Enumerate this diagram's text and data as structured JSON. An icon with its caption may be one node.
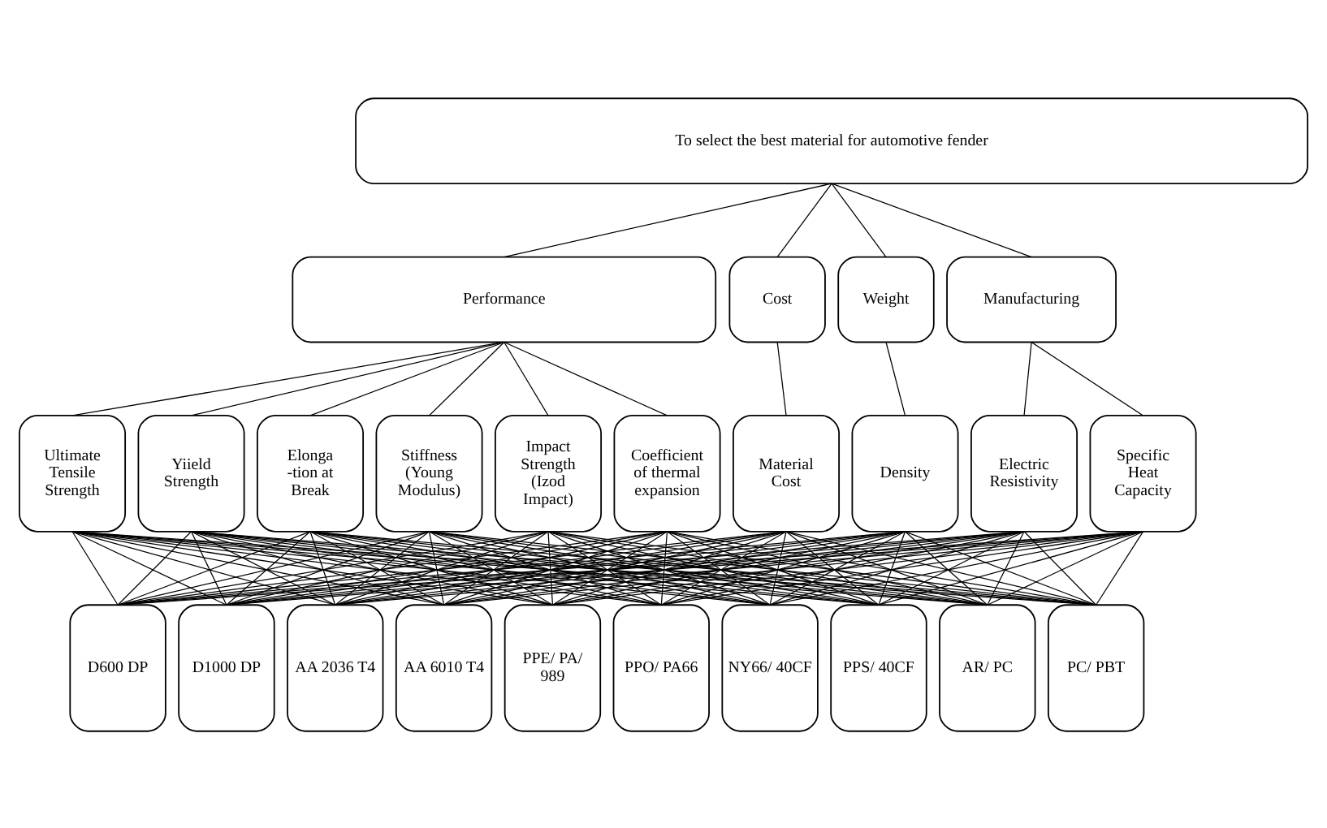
{
  "diagram": {
    "nodes": [
      {
        "text": [
          "To select the best material for automotive fender"
        ]
      },
      {
        "text": [
          "Performance"
        ]
      },
      {
        "text": [
          "Cost"
        ]
      },
      {
        "text": [
          "Weight"
        ]
      },
      {
        "text": [
          "Manufacturing"
        ]
      },
      {
        "text": [
          "Ultimate Tensile Strength"
        ]
      },
      {
        "text": [
          "Yiield Strength"
        ]
      },
      {
        "text": [
          "Elonga -tion at Break"
        ]
      },
      {
        "text": [
          "Stiffness (Young Modulus)"
        ]
      },
      {
        "text": [
          "Impact Strength (Izod Impact)"
        ]
      },
      {
        "text": [
          "Coefficient of thermal expansion"
        ]
      },
      {
        "text": [
          "Material Cost"
        ]
      },
      {
        "text": [
          "Density"
        ]
      },
      {
        "text": [
          "Electric Resistivity"
        ]
      },
      {
        "text": [
          "Specific Heat Capacity"
        ]
      },
      {
        "text": [
          "D600 DP"
        ]
      },
      {
        "text": [
          "D1000 DP"
        ]
      },
      {
        "text": [
          "AA 2036 T4"
        ]
      },
      {
        "text": [
          "AA 6010 T4"
        ]
      },
      {
        "text": [
          "PPE/ PA/ 989"
        ]
      },
      {
        "text": [
          "PPO/ PA66"
        ]
      },
      {
        "text": [
          "NY66/ 40CF"
        ]
      },
      {
        "text": [
          "PPS/ 40CF"
        ]
      },
      {
        "text": [
          "AR/ PC"
        ]
      },
      {
        "text": [
          "PC/ PBT"
        ]
      }
    ],
    "edges": [
      {
        "from": 0,
        "to": 1,
        "arrow": "none"
      },
      {
        "from": 0,
        "to": 2,
        "arrow": "none"
      },
      {
        "from": 0,
        "to": 3,
        "arrow": "none"
      },
      {
        "from": 0,
        "to": 4,
        "arrow": "none"
      },
      {
        "from": 1,
        "to": 5,
        "arrow": "none"
      },
      {
        "from": 1,
        "to": 6,
        "arrow": "none"
      },
      {
        "from": 1,
        "to": 7,
        "arrow": "none"
      },
      {
        "from": 1,
        "to": 8,
        "arrow": "none"
      },
      {
        "from": 1,
        "to": 9,
        "arrow": "none"
      },
      {
        "from": 1,
        "to": 10,
        "arrow": "none"
      },
      {
        "from": 2,
        "to": 11,
        "arrow": "none"
      },
      {
        "from": 3,
        "to": 12,
        "arrow": "none"
      },
      {
        "from": 4,
        "to": 13,
        "arrow": "none"
      },
      {
        "from": 4,
        "to": 14,
        "arrow": "none"
      },
      {
        "from": 5,
        "to": 15,
        "arrow": "none"
      },
      {
        "from": 5,
        "to": 16,
        "arrow": "none"
      },
      {
        "from": 5,
        "to": 17,
        "arrow": "none"
      },
      {
        "from": 5,
        "to": 18,
        "arrow": "none"
      },
      {
        "from": 5,
        "to": 19,
        "arrow": "none"
      },
      {
        "from": 5,
        "to": 20,
        "arrow": "none"
      },
      {
        "from": 5,
        "to": 21,
        "arrow": "none"
      },
      {
        "from": 5,
        "to": 22,
        "arrow": "none"
      },
      {
        "from": 5,
        "to": 23,
        "arrow": "none"
      },
      {
        "from": 5,
        "to": 24,
        "arrow": "none"
      },
      {
        "from": 6,
        "to": 15,
        "arrow": "none"
      },
      {
        "from": 6,
        "to": 16,
        "arrow": "none"
      },
      {
        "from": 6,
        "to": 17,
        "arrow": "none"
      },
      {
        "from": 6,
        "to": 18,
        "arrow": "none"
      },
      {
        "from": 6,
        "to": 19,
        "arrow": "none"
      },
      {
        "from": 6,
        "to": 20,
        "arrow": "none"
      },
      {
        "from": 6,
        "to": 21,
        "arrow": "none"
      },
      {
        "from": 6,
        "to": 22,
        "arrow": "none"
      },
      {
        "from": 6,
        "to": 23,
        "arrow": "none"
      },
      {
        "from": 6,
        "to": 24,
        "arrow": "none"
      },
      {
        "from": 7,
        "to": 15,
        "arrow": "none"
      },
      {
        "from": 7,
        "to": 16,
        "arrow": "none"
      },
      {
        "from": 7,
        "to": 17,
        "arrow": "none"
      },
      {
        "from": 7,
        "to": 18,
        "arrow": "none"
      },
      {
        "from": 7,
        "to": 19,
        "arrow": "none"
      },
      {
        "from": 7,
        "to": 20,
        "arrow": "none"
      },
      {
        "from": 7,
        "to": 21,
        "arrow": "none"
      },
      {
        "from": 7,
        "to": 22,
        "arrow": "none"
      },
      {
        "from": 7,
        "to": 23,
        "arrow": "none"
      },
      {
        "from": 7,
        "to": 24,
        "arrow": "none"
      },
      {
        "from": 8,
        "to": 15,
        "arrow": "none"
      },
      {
        "from": 8,
        "to": 16,
        "arrow": "none"
      },
      {
        "from": 8,
        "to": 17,
        "arrow": "none"
      },
      {
        "from": 8,
        "to": 18,
        "arrow": "none"
      },
      {
        "from": 8,
        "to": 19,
        "arrow": "none"
      },
      {
        "from": 8,
        "to": 20,
        "arrow": "none"
      },
      {
        "from": 8,
        "to": 21,
        "arrow": "none"
      },
      {
        "from": 8,
        "to": 22,
        "arrow": "none"
      },
      {
        "from": 8,
        "to": 23,
        "arrow": "none"
      },
      {
        "from": 8,
        "to": 24,
        "arrow": "none"
      },
      {
        "from": 9,
        "to": 15,
        "arrow": "none"
      },
      {
        "from": 9,
        "to": 16,
        "arrow": "none"
      },
      {
        "from": 9,
        "to": 17,
        "arrow": "none"
      },
      {
        "from": 9,
        "to": 18,
        "arrow": "none"
      },
      {
        "from": 9,
        "to": 19,
        "arrow": "none"
      },
      {
        "from": 9,
        "to": 20,
        "arrow": "none"
      },
      {
        "from": 9,
        "to": 21,
        "arrow": "none"
      },
      {
        "from": 9,
        "to": 22,
        "arrow": "none"
      },
      {
        "from": 9,
        "to": 23,
        "arrow": "none"
      },
      {
        "from": 9,
        "to": 24,
        "arrow": "none"
      },
      {
        "from": 10,
        "to": 15,
        "arrow": "none"
      },
      {
        "from": 10,
        "to": 16,
        "arrow": "none"
      },
      {
        "from": 10,
        "to": 17,
        "arrow": "none"
      },
      {
        "from": 10,
        "to": 18,
        "arrow": "none"
      },
      {
        "from": 10,
        "to": 19,
        "arrow": "none"
      },
      {
        "from": 10,
        "to": 20,
        "arrow": "none"
      },
      {
        "from": 10,
        "to": 21,
        "arrow": "none"
      },
      {
        "from": 10,
        "to": 22,
        "arrow": "none"
      },
      {
        "from": 10,
        "to": 23,
        "arrow": "none"
      },
      {
        "from": 10,
        "to": 24,
        "arrow": "none"
      },
      {
        "from": 11,
        "to": 15,
        "arrow": "none"
      },
      {
        "from": 11,
        "to": 16,
        "arrow": "none"
      },
      {
        "from": 11,
        "to": 17,
        "arrow": "none"
      },
      {
        "from": 11,
        "to": 18,
        "arrow": "none"
      },
      {
        "from": 11,
        "to": 19,
        "arrow": "none"
      },
      {
        "from": 11,
        "to": 20,
        "arrow": "none"
      },
      {
        "from": 11,
        "to": 21,
        "arrow": "none"
      },
      {
        "from": 11,
        "to": 22,
        "arrow": "none"
      },
      {
        "from": 11,
        "to": 23,
        "arrow": "none"
      },
      {
        "from": 11,
        "to": 24,
        "arrow": "none"
      },
      {
        "from": 12,
        "to": 15,
        "arrow": "none"
      },
      {
        "from": 12,
        "to": 16,
        "arrow": "none"
      },
      {
        "from": 12,
        "to": 17,
        "arrow": "none"
      },
      {
        "from": 12,
        "to": 18,
        "arrow": "none"
      },
      {
        "from": 12,
        "to": 19,
        "arrow": "none"
      },
      {
        "from": 12,
        "to": 20,
        "arrow": "none"
      },
      {
        "from": 12,
        "to": 21,
        "arrow": "none"
      },
      {
        "from": 12,
        "to": 22,
        "arrow": "none"
      },
      {
        "from": 12,
        "to": 23,
        "arrow": "none"
      },
      {
        "from": 12,
        "to": 24,
        "arrow": "none"
      },
      {
        "from": 13,
        "to": 15,
        "arrow": "none"
      },
      {
        "from": 13,
        "to": 16,
        "arrow": "none"
      },
      {
        "from": 13,
        "to": 17,
        "arrow": "none"
      },
      {
        "from": 13,
        "to": 18,
        "arrow": "none"
      },
      {
        "from": 13,
        "to": 19,
        "arrow": "none"
      },
      {
        "from": 13,
        "to": 20,
        "arrow": "none"
      },
      {
        "from": 13,
        "to": 21,
        "arrow": "none"
      },
      {
        "from": 13,
        "to": 22,
        "arrow": "none"
      },
      {
        "from": 13,
        "to": 23,
        "arrow": "none"
      },
      {
        "from": 13,
        "to": 24,
        "arrow": "none"
      },
      {
        "from": 14,
        "to": 15,
        "arrow": "none"
      },
      {
        "from": 14,
        "to": 16,
        "arrow": "none"
      },
      {
        "from": 14,
        "to": 17,
        "arrow": "none"
      },
      {
        "from": 14,
        "to": 18,
        "arrow": "none"
      },
      {
        "from": 14,
        "to": 19,
        "arrow": "none"
      },
      {
        "from": 14,
        "to": 20,
        "arrow": "none"
      },
      {
        "from": 14,
        "to": 21,
        "arrow": "none"
      },
      {
        "from": 14,
        "to": 22,
        "arrow": "none"
      },
      {
        "from": 14,
        "to": 23,
        "arrow": "none"
      },
      {
        "from": 14,
        "to": 24,
        "arrow": "none"
      }
    ]
  }
}
